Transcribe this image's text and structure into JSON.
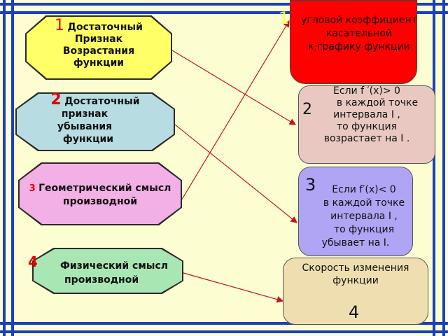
{
  "left_boxes": [
    {
      "number": "1",
      "line1": "Достаточный",
      "line2": "Признак",
      "line3": "Возрастания",
      "line4": "функции",
      "color": "#ffff66"
    },
    {
      "number": "2",
      "line1": "Достаточный",
      "line2": "признак",
      "line3": "убывания",
      "line4": "функции",
      "color": "#b7dde3"
    },
    {
      "number": "3",
      "line1": "Геометрический смысл",
      "line2": "производной",
      "color": "#f2b0e6"
    },
    {
      "number": "4",
      "line1": "Физический смысл",
      "line2": "производной",
      "color": "#a8e6b4"
    }
  ],
  "right_boxes": [
    {
      "number": "1",
      "line1": "угловой коэффициент",
      "line2": "касательной",
      "line3": "к графику функции",
      "color": "#ff0000"
    },
    {
      "number": "2",
      "line0": "Если  f ′(x)> 0",
      "line1": "в каждой точке",
      "line2": "интервала  I ,",
      "line3": "то функция",
      "line4": "возрастает на  I .",
      "color": "#e8c8c0"
    },
    {
      "number": "3",
      "line0": "Если  f′(x)<  0",
      "line1": "в каждой точке",
      "line2": "интервала  I ,",
      "line3": "то функция",
      "line4": "убывает на  I.",
      "color": "#b0a4f4"
    },
    {
      "number": "4",
      "line1": "Скорость изменения",
      "line2": "функции",
      "color": "#efdfb0"
    }
  ],
  "colors": {
    "frame": "#1a3fbf",
    "arrow": "#c01818",
    "background": "#fdfdd2"
  }
}
